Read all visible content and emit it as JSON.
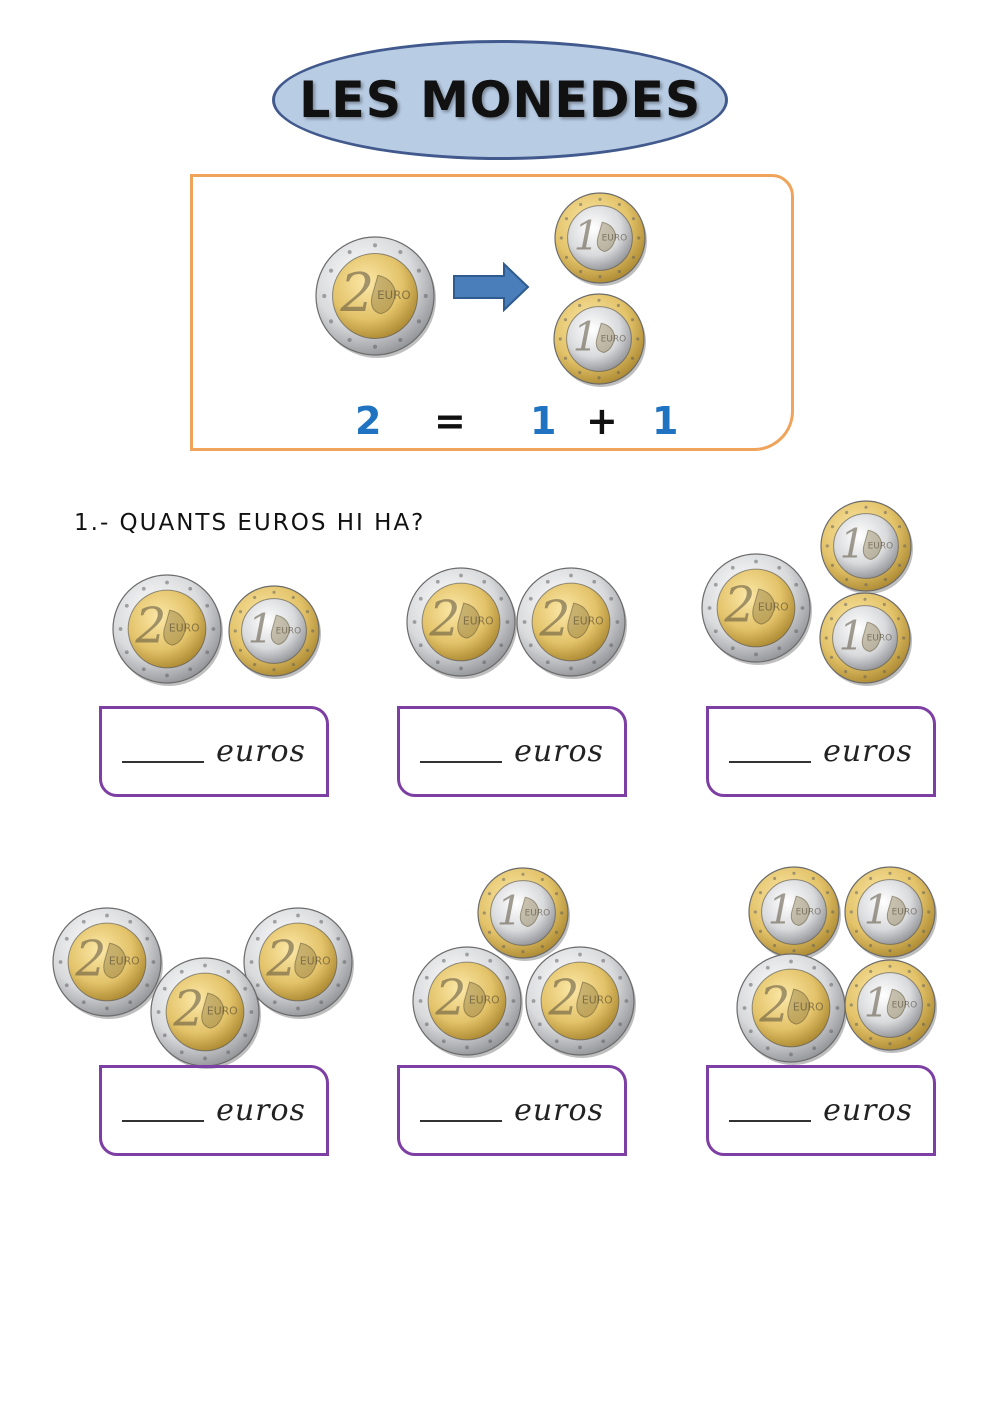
{
  "title": "LES MONEDES",
  "example": {
    "equation": [
      "2",
      "=",
      "1",
      "+",
      "1"
    ],
    "left_coin": "2-euro-coin",
    "right_coins": [
      "1-euro-coin",
      "1-euro-coin"
    ]
  },
  "exercise": {
    "heading": "1.- QUANTS EUROS HI HA?",
    "answer_unit": "euros",
    "groups": [
      {
        "coins": [
          "2-euro-coin",
          "1-euro-coin"
        ]
      },
      {
        "coins": [
          "2-euro-coin",
          "2-euro-coin"
        ]
      },
      {
        "coins": [
          "2-euro-coin",
          "1-euro-coin",
          "1-euro-coin"
        ]
      },
      {
        "coins": [
          "2-euro-coin",
          "2-euro-coin",
          "2-euro-coin"
        ]
      },
      {
        "coins": [
          "1-euro-coin",
          "2-euro-coin",
          "2-euro-coin"
        ]
      },
      {
        "coins": [
          "1-euro-coin",
          "1-euro-coin",
          "2-euro-coin",
          "1-euro-coin"
        ]
      }
    ]
  },
  "colors": {
    "title_fill": "#b8cce4",
    "title_border": "#41598c",
    "example_border": "#f0a35a",
    "equation_numbers": "#1f73c0",
    "arrow": "#4a7ebb",
    "answer_border": "#7d3fa3",
    "gold": "#e3c36a",
    "silver": "#d9dadc"
  }
}
